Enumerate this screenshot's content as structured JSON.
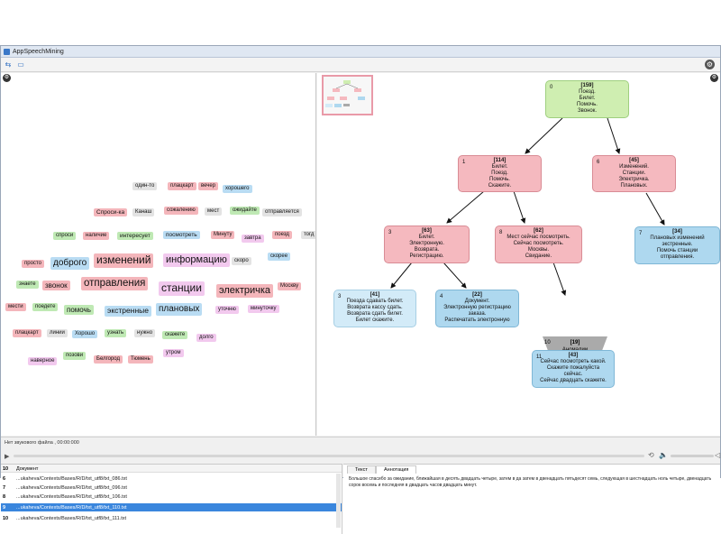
{
  "window": {
    "title": "AppSpeechMining"
  },
  "toolbar": {
    "btn1": "⇆",
    "btn2": "▭",
    "gear": "⚙"
  },
  "wordcloud": [
    {
      "text": "один-то",
      "color": "gray",
      "size": 6
    },
    {
      "text": "плацкарт",
      "color": "red",
      "size": 6
    },
    {
      "text": "вечер",
      "color": "red",
      "size": 6
    },
    {
      "text": "хорошего",
      "color": "blue",
      "size": 6
    },
    {
      "text": "Спроси-ка",
      "color": "red",
      "size": 6.5
    },
    {
      "text": "Канаш",
      "color": "gray",
      "size": 6
    },
    {
      "text": "сожалению",
      "color": "red",
      "size": 6
    },
    {
      "text": "мест",
      "color": "gray",
      "size": 6
    },
    {
      "text": "ожидайте",
      "color": "green",
      "size": 6
    },
    {
      "text": "отправляется",
      "color": "gray",
      "size": 6
    },
    {
      "text": "спроси",
      "color": "green",
      "size": 6
    },
    {
      "text": "наличие",
      "color": "red",
      "size": 6
    },
    {
      "text": "интересует",
      "color": "green",
      "size": 6.5
    },
    {
      "text": "посмотреть",
      "color": "blue",
      "size": 6.5
    },
    {
      "text": "Минуту",
      "color": "red",
      "size": 6
    },
    {
      "text": "завтра",
      "color": "pink",
      "size": 6
    },
    {
      "text": "поезд",
      "color": "red",
      "size": 6
    },
    {
      "text": "тогд",
      "color": "gray",
      "size": 6
    },
    {
      "text": "просто",
      "color": "red",
      "size": 6
    },
    {
      "text": "доброго",
      "color": "blue",
      "size": 10
    },
    {
      "text": "изменений",
      "color": "red",
      "size": 12
    },
    {
      "text": "информацию",
      "color": "pink",
      "size": 11
    },
    {
      "text": "скоро",
      "color": "gray",
      "size": 6
    },
    {
      "text": "скорее",
      "color": "blue",
      "size": 6
    },
    {
      "text": "знаете",
      "color": "green",
      "size": 6
    },
    {
      "text": "звонок",
      "color": "red",
      "size": 8
    },
    {
      "text": "отправления",
      "color": "red",
      "size": 11.5
    },
    {
      "text": "станции",
      "color": "pink",
      "size": 12
    },
    {
      "text": "электричка",
      "color": "red",
      "size": 11
    },
    {
      "text": "Москву",
      "color": "red",
      "size": 6
    },
    {
      "text": "мести",
      "color": "red",
      "size": 6
    },
    {
      "text": "поедете",
      "color": "green",
      "size": 6
    },
    {
      "text": "помочь",
      "color": "green",
      "size": 8
    },
    {
      "text": "экстренные",
      "color": "blue",
      "size": 8.5
    },
    {
      "text": "плановых",
      "color": "blue",
      "size": 10
    },
    {
      "text": "уточню",
      "color": "pink",
      "size": 6
    },
    {
      "text": "минуточку",
      "color": "pink",
      "size": 6
    },
    {
      "text": "плацкарт",
      "color": "red",
      "size": 6
    },
    {
      "text": "линии",
      "color": "gray",
      "size": 6
    },
    {
      "text": "Хорошо",
      "color": "blue",
      "size": 6
    },
    {
      "text": "узнать",
      "color": "green",
      "size": 6
    },
    {
      "text": "нужно",
      "color": "gray",
      "size": 6
    },
    {
      "text": "скажете",
      "color": "green",
      "size": 6
    },
    {
      "text": "долго",
      "color": "pink",
      "size": 6
    },
    {
      "text": "позови",
      "color": "green",
      "size": 6
    },
    {
      "text": "утром",
      "color": "pink",
      "size": 6
    },
    {
      "text": "наверное",
      "color": "pink",
      "size": 6
    },
    {
      "text": "Белгород",
      "color": "red",
      "size": 6
    },
    {
      "text": "Тюмень",
      "color": "red",
      "size": 6
    }
  ],
  "tree": {
    "nodes": [
      {
        "id": "0",
        "count": "[159]",
        "text": "Поезд.\nБилет.\nПомочь.\nЗвонок.",
        "color": "green"
      },
      {
        "id": "1",
        "count": "[114]",
        "text": "Билет.\nПоезд.\nПомочь.\nСкажите.",
        "color": "red"
      },
      {
        "id": "6",
        "count": "[45]",
        "text": "Изменений.\nСтанции.\nЭлектричка.\nПлановых.",
        "color": "red"
      },
      {
        "id": "3",
        "count": "[63]",
        "text": "Билет.\nЭлектронную.\nВозврата.\nРегистрацию.",
        "color": "red"
      },
      {
        "id": "8",
        "count": "[62]",
        "text": "Мест сейчас посмотреть.\nСейчас посмотреть.\nМосквы.\nСвидание.",
        "color": "red"
      },
      {
        "id": "7",
        "count": "[34]",
        "text": "Плановых изменений\nэкстренные.\nПомочь станции\nотправления.",
        "color": "blue"
      },
      {
        "id": "3",
        "count": "[41]",
        "text": "Поезда сдавать билет.\nВозврата кассу сдать.\nВозврата сдать билет.\nБилет скажите.",
        "color": "lightblue"
      },
      {
        "id": "4",
        "count": "[22]",
        "text": "Документ.\nЭлектронную регистрацию\nзаказа.\nРаспечатать электронную",
        "color": "blue"
      },
      {
        "id": "11",
        "count": "[43]",
        "text": "Сейчас посмотреть какой.\nСкажите пожалуйста\nсейчас.\nСейчас двадцать скажете.",
        "color": "blue"
      }
    ],
    "anomaly": {
      "id": "10",
      "count": "[19]",
      "label": "Аномалии"
    }
  },
  "status": {
    "audio": "Нет звукового файла , 00:00:000"
  },
  "player": {
    "play": "▶",
    "stop": "⟲",
    "volume": "🔈",
    "mute": "◁"
  },
  "doclist": {
    "count_header": "10",
    "doc_header": "Документ",
    "rows": [
      {
        "no": "6",
        "path": "...ukaheva/Contexts/Bases/R/D/txt_utf8/txt_086.txt"
      },
      {
        "no": "7",
        "path": "...ukaheva/Contexts/Bases/R/D/txt_utf8/txt_096.txt"
      },
      {
        "no": "8",
        "path": "...ukaheva/Contexts/Bases/R/D/txt_utf8/txt_106.txt"
      },
      {
        "no": "9",
        "path": "...ukaheva/Contexts/Bases/R/D/txt_utf8/txt_110.txt"
      },
      {
        "no": "10",
        "path": "...ukaheva/Contexts/Bases/R/D/txt_utf8/txt_111.txt"
      }
    ],
    "selected_index": 3
  },
  "tabs": {
    "text_tab": "Текст",
    "annotation_tab": "Аннотация"
  },
  "annotation": {
    "text": "Большое спасибо за ожидание, ближайшая в десять двадцать четыре, затем в да затем в двенадцать пятьдесят семь, следующая в шестнадцать ноль четыре, двенадцать сорок восемь и последняя в двадцать часов двадцать минут."
  }
}
